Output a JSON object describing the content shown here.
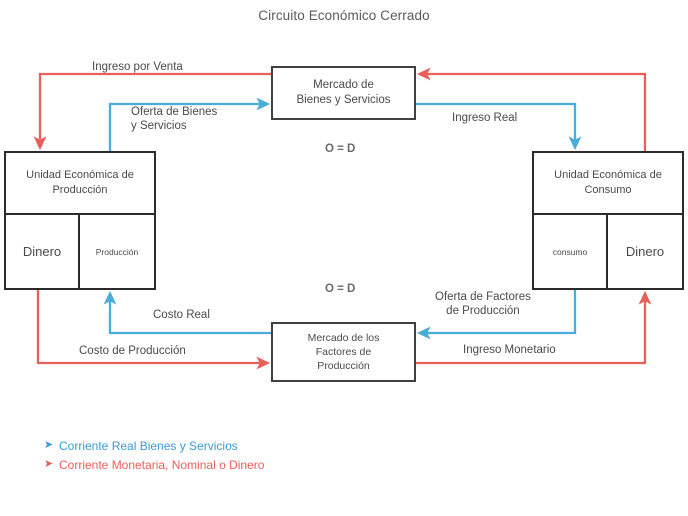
{
  "title": "Circuito Económico Cerrado",
  "colors": {
    "real_flow_blue": "#4aacdc",
    "monetary_flow_red": "#e8605a",
    "box_border": "#404040",
    "text": "#4a4a4a"
  },
  "nodes": {
    "market_goods": {
      "line1": "Mercado de",
      "line2": "Bienes y Servicios"
    },
    "market_factors": {
      "line1": "Mercado de los",
      "line2": "Factores de",
      "line3": "Producción"
    },
    "unit_production": {
      "line1": "Unidad Económica",
      "line2": "de Producción",
      "cell_left": "Dinero",
      "cell_right": "Producción"
    },
    "unit_consumption": {
      "line1": "Unidad Económica",
      "line2": "de Consumo",
      "cell_left": "consumo",
      "cell_right": "Dinero"
    }
  },
  "flow_labels": {
    "ingreso_por_venta": "Ingreso por  Venta",
    "oferta_de_bienes": "Oferta de Bienes\ny Servicios",
    "ingreso_real": "Ingreso Real",
    "equilibrium_top": "O = D",
    "equilibrium_bottom": "O = D",
    "costo_real": "Costo Real",
    "costo_de_produccion": "Costo de Producción",
    "oferta_de_factores": "Oferta de Factores\nde Producción",
    "ingreso_monetario": "Ingreso Monetario"
  },
  "legend": {
    "items": [
      {
        "marker": "➤",
        "label": "Corriente  Real Bienes  y  Servicios",
        "color": "#4aacdc"
      },
      {
        "marker": "➤",
        "label": "Corriente Monetaria, Nominal o Dinero",
        "color": "#e8605a"
      }
    ]
  }
}
